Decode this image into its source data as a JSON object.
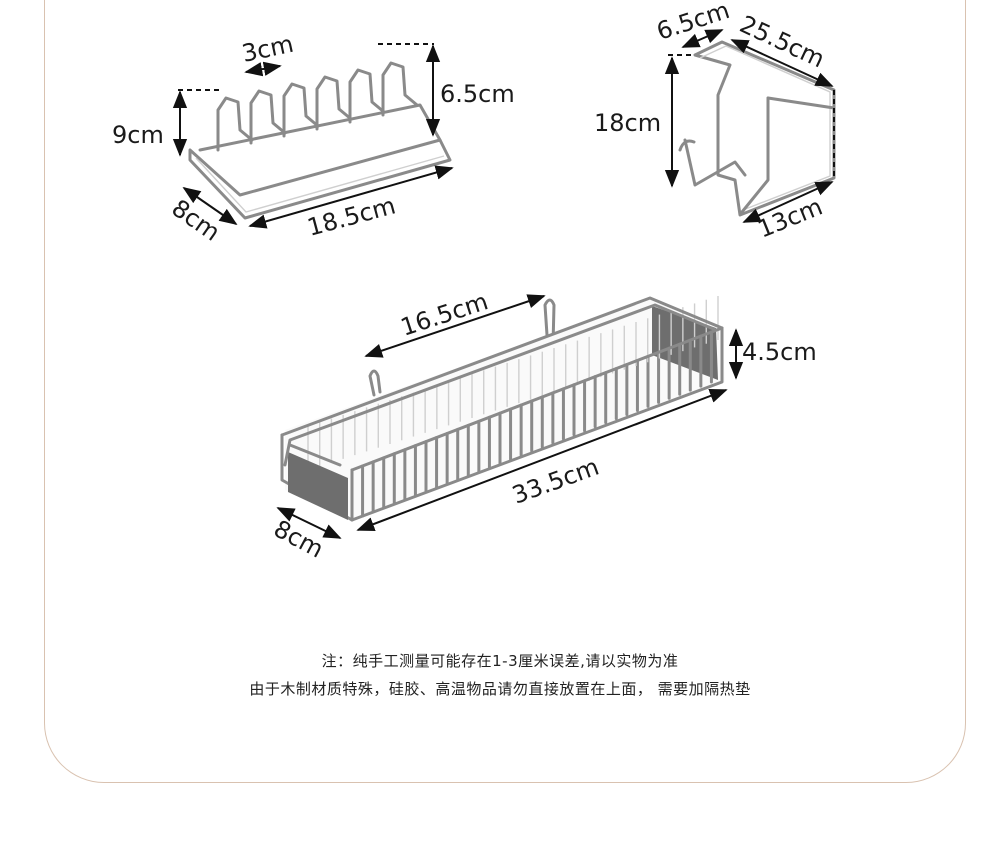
{
  "colors": {
    "frame": "#d9c2b0",
    "wire": "#8a8a8a",
    "panel": "#6e6e6e",
    "text": "#1a1a1a"
  },
  "plate_rack": {
    "width_label": "3cm",
    "height_label": "6.5cm",
    "left_height_label": "9cm",
    "depth_label": "8cm",
    "length_label": "18.5cm"
  },
  "hook_rack": {
    "top_label": "6.5cm",
    "diag_label": "25.5cm",
    "height_label": "18cm",
    "bottom_label": "13cm"
  },
  "basket": {
    "inner_label": "16.5cm",
    "height_label": "4.5cm",
    "length_label": "33.5cm",
    "depth_label": "8cm"
  },
  "notes": {
    "line1": "注：纯手工测量可能存在1-3厘米误差,请以实物为准",
    "line2": "由于木制材质特殊，硅胶、高温物品请勿直接放置在上面， 需要加隔热垫"
  }
}
